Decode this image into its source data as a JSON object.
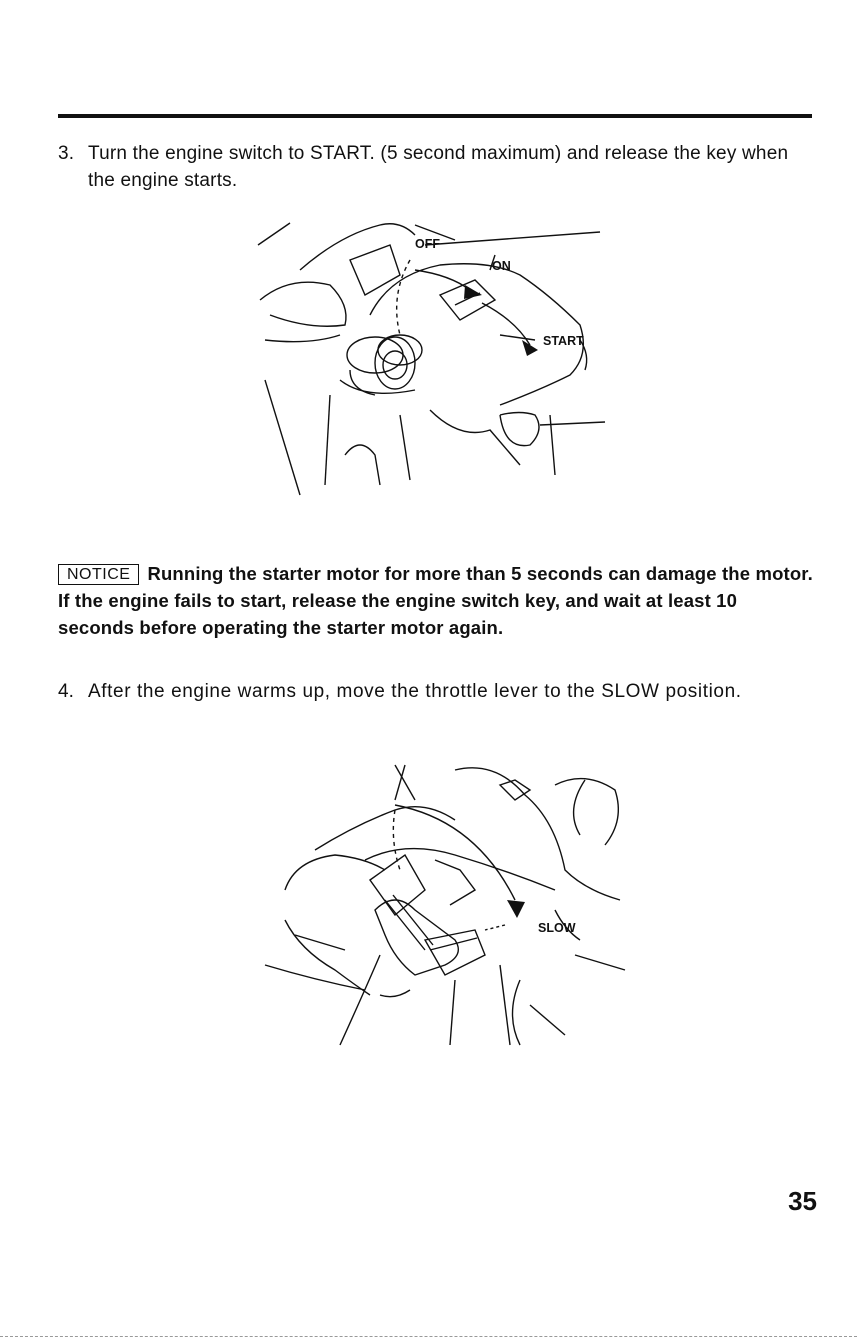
{
  "step3": {
    "number": "3.",
    "text": "Turn the engine switch to START. (5 second maximum) and release the key when the engine starts."
  },
  "figure1": {
    "labels": {
      "off": "OFF",
      "on": "ON",
      "start": "START"
    }
  },
  "notice": {
    "badge": "NOTICE",
    "line1": "Running the starter motor for more than 5 seconds can damage the motor.",
    "line2": "If the engine fails to start, release the engine switch key, and wait at least 10 seconds before operating the starter motor again."
  },
  "step4": {
    "number": "4.",
    "text": "After the engine warms up, move the throttle lever to the SLOW position."
  },
  "figure2": {
    "labels": {
      "slow": "SLOW"
    }
  },
  "page_number": "35"
}
